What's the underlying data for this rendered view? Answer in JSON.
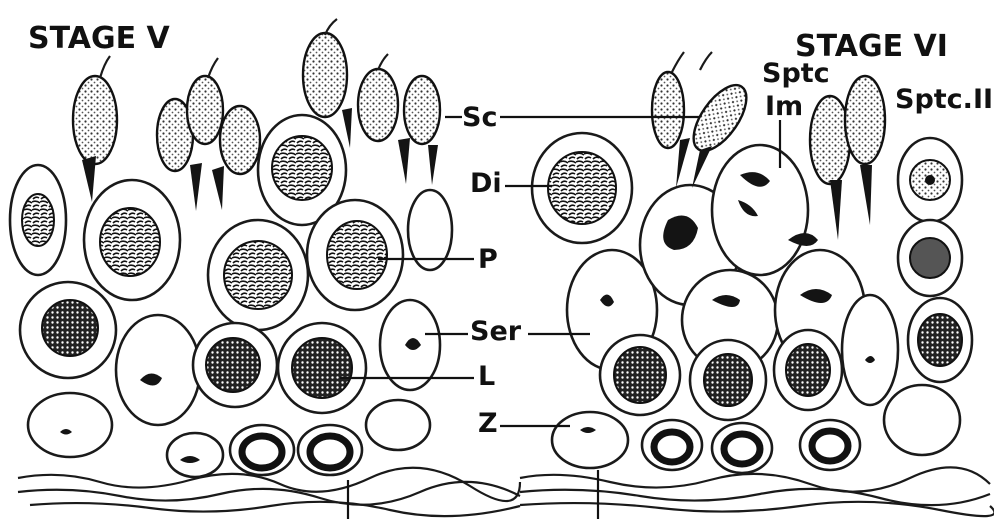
{
  "figure": {
    "left_panel": {
      "title": "STAGE V"
    },
    "right_panel": {
      "title": "STAGE VI"
    }
  },
  "labels": {
    "sc": "Sc",
    "di": "Di",
    "p": "P",
    "ser": "Ser",
    "l": "L",
    "z": "Z",
    "sptc": "Sptc",
    "im": "Im",
    "sptc_ii": "Sptc.II"
  },
  "colors": {
    "ink": "#141414",
    "background": "#ffffff"
  }
}
